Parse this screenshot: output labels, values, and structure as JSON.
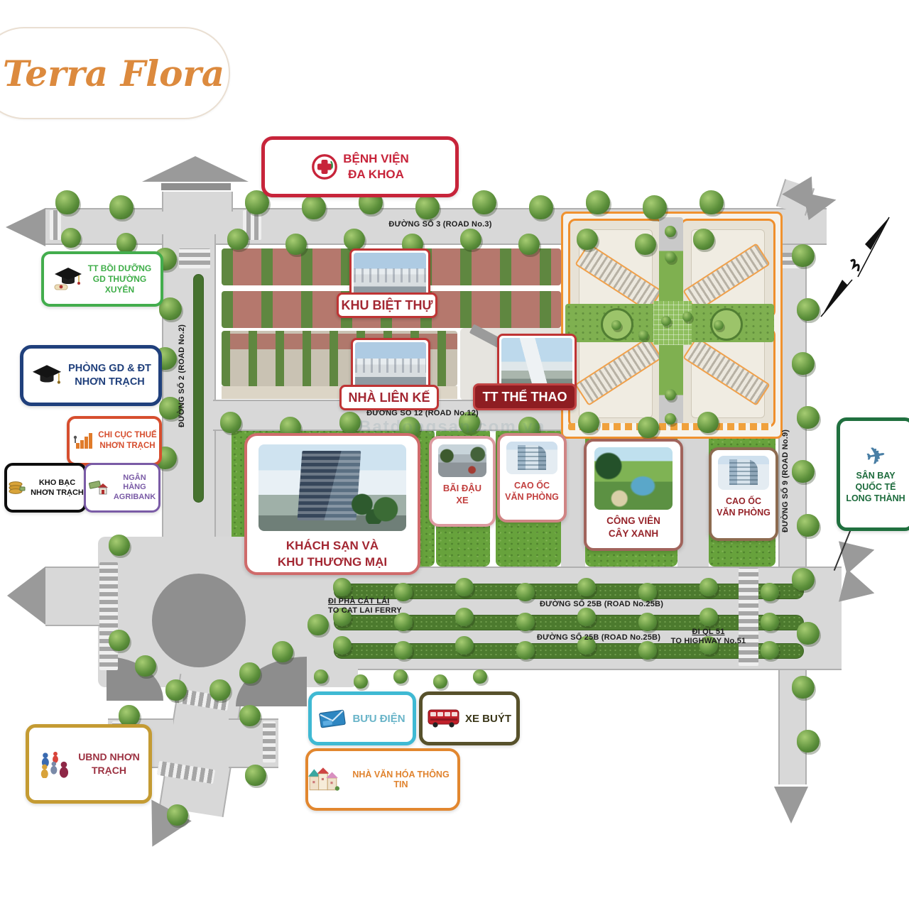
{
  "logo": {
    "text": "Terra Flora",
    "color": "#dc8a3e"
  },
  "watermark": {
    "text": "Batdongsan.com.vn"
  },
  "roads": {
    "road3": "ĐƯỜNG SỐ 3 (ROAD No.3)",
    "road2": "ĐƯỜNG SỐ 2 (ROAD No.2)",
    "road12": "ĐƯỜNG SỐ 12 (ROAD No.12)",
    "road9": "ĐƯỜNG SỐ 9 (ROAD No.9)",
    "road25b_top": "ĐƯỜNG SỐ 25B (ROAD No.25B)",
    "road25b_bottom": "ĐƯỜNG SỐ 25B (ROAD No.25B)",
    "ferry_vi": "ĐI PHÀ CÁT LÁI",
    "ferry_en": "TO CAT LAI FERRY",
    "highway_vi": "ĐI QL 51",
    "highway_en": "TO HIGHWAY No.51"
  },
  "signs": {
    "hospital": {
      "lines": [
        "BỆNH VIỆN",
        "ĐA KHOA"
      ],
      "border": "#c7243a",
      "text": "#c7243a"
    },
    "edu_center": {
      "lines": [
        "TT BỒI DƯỠNG",
        "GD THƯỜNG",
        "XUYÊN"
      ],
      "border": "#43ad4d",
      "text": "#3fae49"
    },
    "edu_dept": {
      "lines": [
        "PHÒNG GD & ĐT",
        "NHƠN TRẠCH"
      ],
      "border": "#20407c",
      "text": "#20407c"
    },
    "tax": {
      "lines": [
        "CHI CỤC THUẾ",
        "NHƠN TRẠCH"
      ],
      "border": "#d64e2e",
      "text": "#d64e2e"
    },
    "treasury": {
      "lines": [
        "KHO BẠC",
        "NHƠN TRẠCH"
      ],
      "border": "#0d0d0d",
      "text": "#111111"
    },
    "bank": {
      "lines": [
        "NGÂN",
        "HÀNG",
        "AGRIBANK"
      ],
      "border": "#7a5ba6",
      "text": "#7a5ba6"
    },
    "villa": {
      "label": "KHU BIỆT THỰ",
      "text": "#a32732"
    },
    "rowhouse": {
      "label": "NHÀ LIÊN KẾ",
      "text": "#a32732"
    },
    "sports": {
      "label": "TT THỂ THAO",
      "bg": "#8e1d22",
      "text": "#ffffff"
    },
    "hotel": {
      "lines": [
        "KHÁCH SẠN VÀ",
        "KHU THƯƠNG MẠI"
      ],
      "border": "#cf6b6b",
      "text": "#a32732"
    },
    "parking": {
      "lines": [
        "BÃI ĐẬU",
        "XE"
      ],
      "border": "#dc9aa0",
      "text": "#c2403f"
    },
    "office1": {
      "lines": [
        "CAO ỐC",
        "VĂN PHÒNG"
      ],
      "border": "#d08484",
      "text": "#c2403f"
    },
    "park": {
      "lines": [
        "CÔNG VIÊN",
        "CÂY XANH"
      ],
      "border": "#a1645c",
      "text": "#96242a"
    },
    "office2": {
      "lines": [
        "CAO ỐC",
        "VĂN PHÒNG"
      ],
      "border": "#8d6b50",
      "text": "#96242a"
    },
    "airport": {
      "lines": [
        "SÂN BAY",
        "QUỐC TẾ",
        "LONG THÀNH"
      ],
      "border": "#20703f",
      "text": "#1c6b3c"
    },
    "post": {
      "label": "BƯU ĐIỆN",
      "border": "#3fb9d3",
      "text": "#69b4c8"
    },
    "bus": {
      "label": "XE BUÝT",
      "border": "#57512b",
      "text": "#3a3618"
    },
    "ubnd": {
      "lines": [
        "UBND NHƠN",
        "TRẠCH"
      ],
      "border": "#c49b33",
      "text": "#9c3141"
    },
    "culture": {
      "label": "NHÀ VĂN HÓA THÔNG TIN",
      "border": "#e2872f",
      "text": "#e0832e"
    }
  }
}
